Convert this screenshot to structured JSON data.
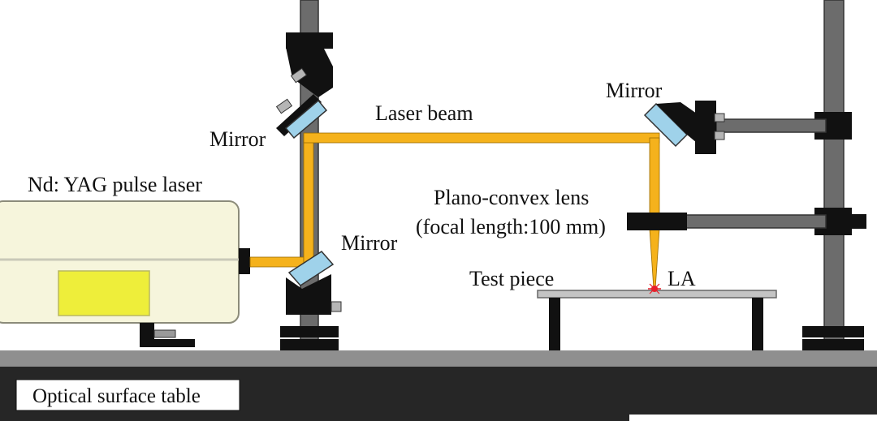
{
  "labels": {
    "laser_source": "Nd: YAG pulse laser",
    "mirror_upper_left": "Mirror",
    "mirror_lower_left": "Mirror",
    "mirror_right": "Mirror",
    "laser_beam": "Laser beam",
    "lens_name": "Plano-convex lens",
    "lens_focal": "(focal length:100 mm)",
    "test_piece": "Test piece",
    "la": "LA",
    "optical_table": "Optical surface table"
  },
  "colors": {
    "laser_beam": "#f5b21c",
    "laser_body": "#f6f5dc",
    "laser_window": "#eeee3a",
    "mirror_glass": "#9fd2ea",
    "post": "#6c6c6c",
    "table_top": "#8f8f8f",
    "table_base": "#262626",
    "hardware": "#111111",
    "laser_spot": "#e8202a"
  }
}
